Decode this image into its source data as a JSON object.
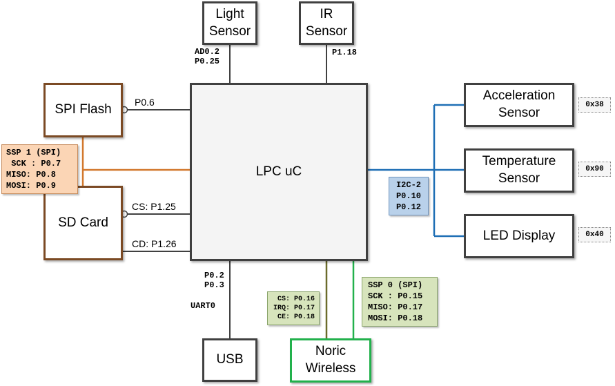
{
  "blocks": {
    "light_sensor": "Light\nSensor",
    "ir_sensor": "IR\nSensor",
    "spi_flash": "SPI Flash",
    "sd_card": "SD Card",
    "lpc_uc": "LPC uC",
    "acceleration_sensor": "Acceleration\nSensor",
    "temperature_sensor": "Temperature\nSensor",
    "led_display": "LED Display",
    "usb": "USB",
    "noric_wireless": "Noric\nWireless"
  },
  "pins": {
    "light": "AD0.2\nP0.25",
    "ir": "P1.18",
    "flash_cs": "P0.6",
    "sd_cs": "CS: P1.25",
    "sd_cd": "CD: P1.26",
    "uart": "P0.2\nP0.3",
    "uart_name": "UART0"
  },
  "notes": {
    "ssp1": "SSP 1 (SPI)\n SCK : P0.7\nMISO: P0.8\nMOSI: P0.9",
    "ssp0": "SSP 0 (SPI)\nSCK : P0.15\nMISO: P0.17\nMOSI: P0.18",
    "wireless_pins": "CS: P0.16\nIRQ: P0.17\nCE: P0.18",
    "i2c": "I2C-2\nP0.10\nP0.12"
  },
  "addresses": {
    "acceleration": "0x38",
    "temperature": "0x90",
    "led": "0x40"
  },
  "colors": {
    "default_wire": "#404040",
    "spi1_bus": "#d2782d",
    "i2c_bus": "#1f6fb5",
    "spi0_bus": "#22b14c",
    "wireless_ctrl": "#6b6b2a"
  }
}
